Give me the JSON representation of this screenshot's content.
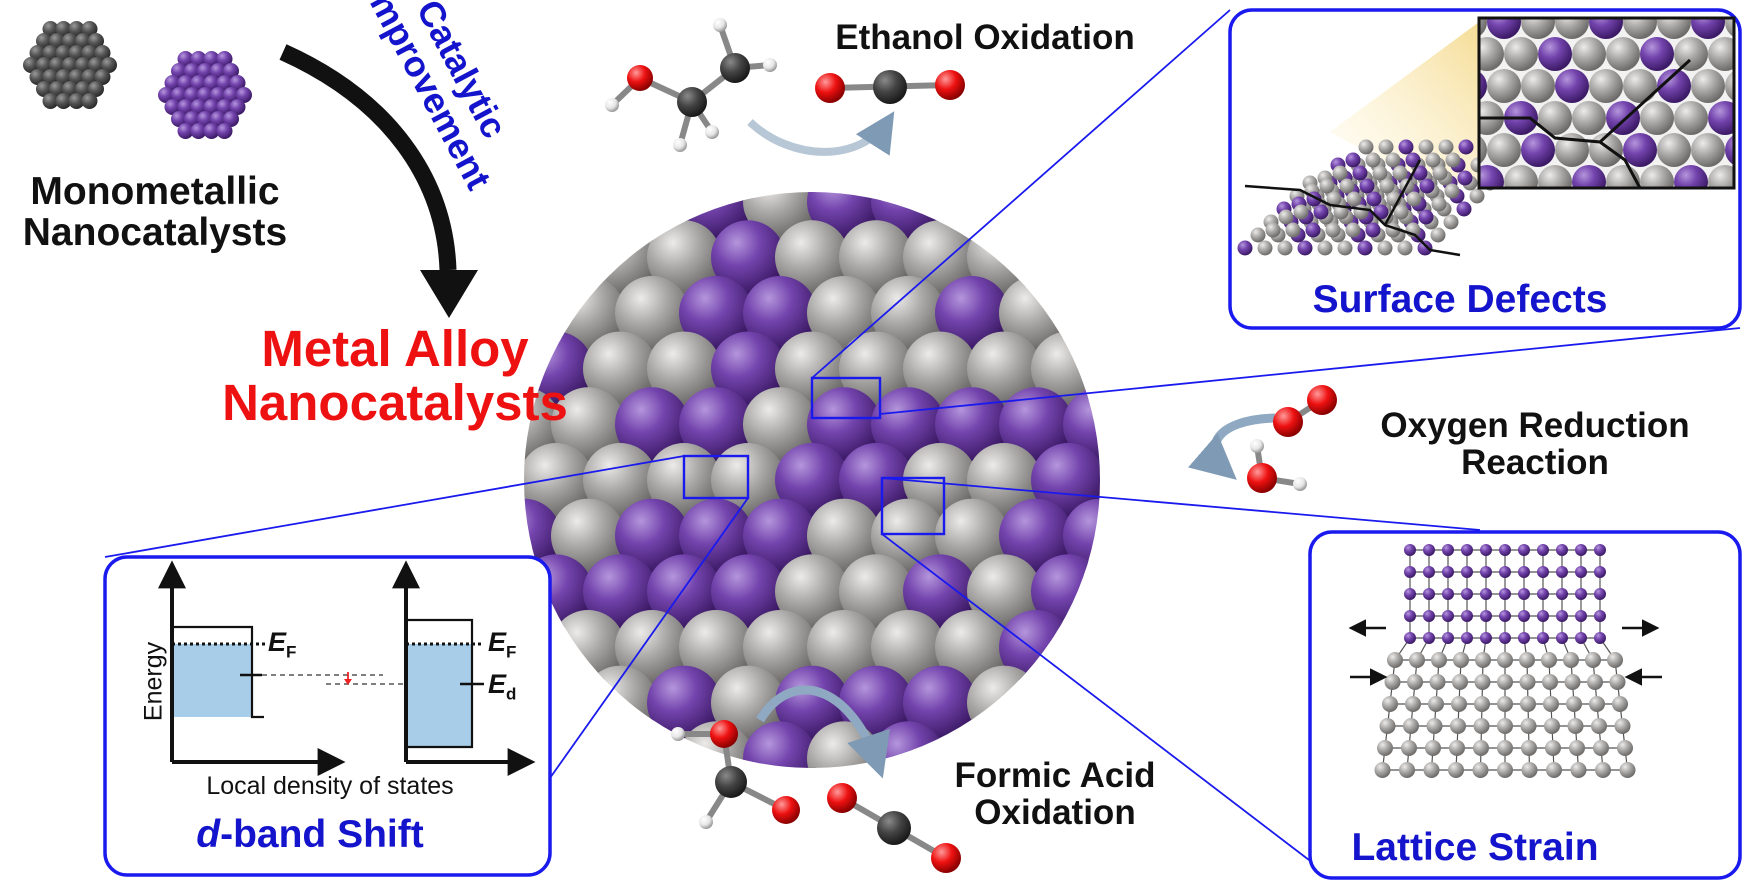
{
  "labels": {
    "monometallic": "Monometallic Nanocatalysts",
    "catalytic_improvement": "Catalytic Improvement",
    "metal_alloy": "Metal Alloy Nanocatalysts",
    "ethanol_oxidation": "Ethanol Oxidation",
    "oxygen_reduction": "Oxygen Reduction Reaction",
    "formic_acid": "Formic Acid Oxidation"
  },
  "panels": {
    "surface_defects": {
      "title": "Surface Defects"
    },
    "lattice_strain": {
      "title": "Lattice Strain"
    },
    "d_band": {
      "title_italic": "d",
      "title_rest": "-band Shift",
      "y_axis": "Energy",
      "x_axis": "Local density of states",
      "ef_symbol": "E",
      "ef_sub": "F",
      "ed_symbol": "E",
      "ed_sub": "d"
    }
  },
  "colors": {
    "blue_line": "#1a1aee",
    "purple_atom": "#7040a8",
    "grey_atom": "#a8a6a4",
    "red_title": "#ee1111",
    "blue_title": "#1414cc",
    "band_fill": "#a8cde9"
  }
}
